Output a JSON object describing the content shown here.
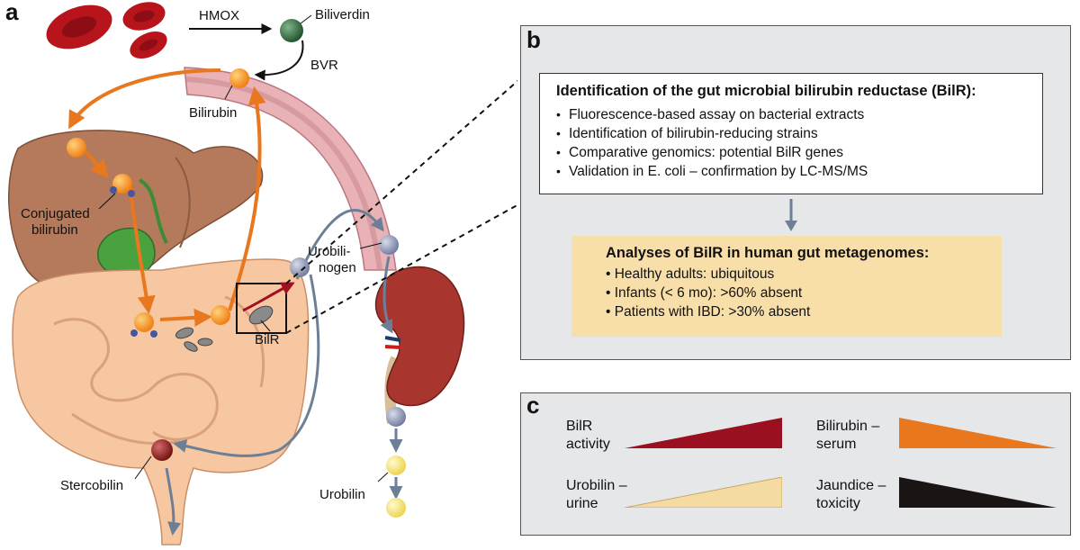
{
  "panel_a": {
    "letter": "a",
    "labels": {
      "hmox": "HMOX",
      "biliverdin": "Biliverdin",
      "bvr": "BVR",
      "bilirubin": "Bilirubin",
      "conjugated_line1": "Conjugated",
      "conjugated_line2": "bilirubin",
      "urobilinogen_line1": "Urobili-",
      "urobilinogen_line2": "nogen",
      "bilr": "BilR",
      "stercobilin": "Stercobilin",
      "urobilin": "Urobilin"
    }
  },
  "panel_b": {
    "letter": "b",
    "identification": {
      "title": "Identification of the gut microbial bilirubin reductase (BilR):",
      "items": [
        "Fluorescence-based assay on bacterial extracts",
        "Identification of bilirubin-reducing strains",
        "Comparative genomics: potential BilR genes",
        "Validation in E. coli – confirmation by LC-MS/MS"
      ]
    },
    "analyses": {
      "title": "Analyses of BilR in human gut metagenomes:",
      "items": [
        "• Healthy adults: ubiquitous",
        "• Infants (< 6 mo): >60% absent",
        "• Patients with IBD: >30% absent"
      ]
    }
  },
  "panel_c": {
    "letter": "c",
    "trends": [
      {
        "line1": "BilR",
        "line2": "activity",
        "direction": "increasing",
        "color": "#9b1020"
      },
      {
        "line1": "Bilirubin –",
        "line2": "serum",
        "direction": "decreasing",
        "color": "#e8771e"
      },
      {
        "line1": "Urobilin –",
        "line2": "urine",
        "direction": "increasing",
        "color": "#f4dba2"
      },
      {
        "line1": "Jaundice –",
        "line2": "toxicity",
        "direction": "decreasing",
        "color": "#1a1414"
      }
    ]
  },
  "colors": {
    "bilirubin_orange": "#f5891f",
    "pathway_orange": "#e8771e",
    "urobilinogen_blue": "#8f98b8",
    "pathway_blue": "#6d7f96",
    "urobilin_yellow": "#f6e27a",
    "stercobilin_red": "#8c1c1c",
    "biliverdin_green": "#2f6b3a",
    "bilr_red": "#a01020"
  }
}
